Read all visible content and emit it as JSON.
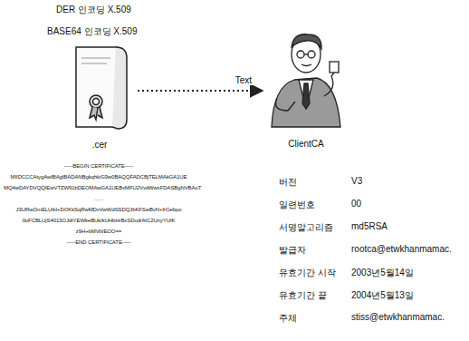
{
  "diagram": {
    "nodes": [
      {
        "text": [
          ".cer"
        ]
      },
      {
        "text": [
          "ClientCA"
        ]
      }
    ],
    "edges": [
      {
        "from": 0,
        "to": 1,
        "label": "Text",
        "arrow": "to"
      }
    ],
    "labels": [
      "DER 인코딩 X.509",
      "BASE64 인코딩 X.509",
      "-----BEGIN CERTIFICATE-----",
      "MIIDCCCAtygAwIBAgIBADANBgkqhkiG9w0BAQQFADCBjTELMAkGA1UE",
      "MQ4wDAYDVQQIEwVTZW91bDEOMAwGA1UEBxMFU2VvdWwxFDASBgNVBAoT",
      "......",
      "J3URwOmELUtH+DOKkSqRwMDxVwWdSSDQJbKFSwBvN+frGebpo",
      "0uFCBLUjS4013OJdtYEWkeBUk/kUHbHrBxSDud/AIC2UnyYUIK",
      "z9H+bMVbIEOO==",
      "-----END CERTIFICATE-----",
      "버전",
      "V3",
      "일련번호",
      "00",
      "서명알고리즘",
      "md5RSA",
      "발급자",
      "rootca@etwkhanmamac.",
      "유효기간 시작",
      "2003년5월14일",
      "유효기간 끝",
      "2004년5월13일",
      "주체",
      "stiss@etwkhanmamac."
    ]
  }
}
